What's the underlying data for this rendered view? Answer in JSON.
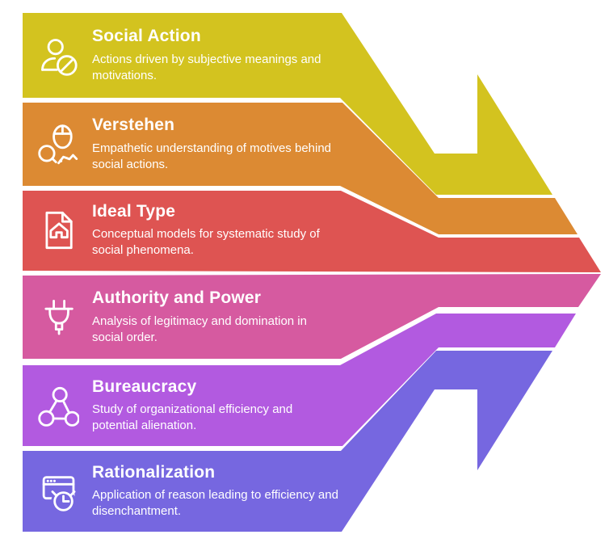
{
  "diagram": {
    "type": "converging-arrow-list",
    "subject": "Max Weber sociological concepts",
    "arrow_direction": "right",
    "background_color": "#ffffff",
    "text_color": "#ffffff",
    "bands": [
      {
        "title": "Social Action",
        "description": "Actions driven by subjective meanings and\nmotivations.",
        "color": "#d3c31f",
        "icon": "user-blocked-icon"
      },
      {
        "title": "Verstehen",
        "description": "Empathetic understanding of motives behind\nsocial actions.",
        "color": "#dc8a33",
        "icon": "head-magnifier-icon"
      },
      {
        "title": "Ideal Type",
        "description": "Conceptual models for systematic study of\nsocial phenomena.",
        "color": "#de5452",
        "icon": "document-home-icon"
      },
      {
        "title": "Authority and Power",
        "description": "Analysis of legitimacy and domination in\nsocial order.",
        "color": "#d65aa0",
        "icon": "power-plug-icon"
      },
      {
        "title": "Bureaucracy",
        "description": "Study of organizational efficiency and\npotential alienation.",
        "color": "#b25ae0",
        "icon": "network-nodes-icon"
      },
      {
        "title": "Rationalization",
        "description": "Application of reason leading to efficiency and\ndisenchantment.",
        "color": "#7667e0",
        "icon": "browser-clock-icon"
      }
    ]
  }
}
